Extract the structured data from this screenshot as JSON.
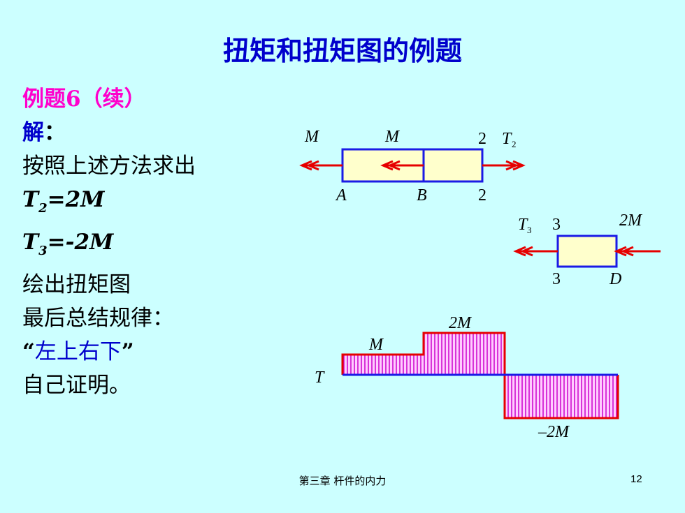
{
  "title": "扭矩和扭矩图的例题",
  "lines": {
    "example": "例题6（续）",
    "solution": "解",
    "colon": "：",
    "method": "按照上述方法求出",
    "t2_symbol": "T",
    "t2_sub": "2",
    "t2_value": "=2M",
    "t3_symbol": "T",
    "t3_sub": "3",
    "t3_value": "=-2M",
    "draw": "绘出扭矩图",
    "summary": "最后总结规律：",
    "quote_open": "“",
    "rule": "左上右下",
    "quote_close": "”",
    "prove": "自己证明。"
  },
  "diagram1": {
    "m_left": "M",
    "m_mid": "M",
    "sec2_top": "2",
    "t2": "T",
    "t2_sub": "2",
    "a": "A",
    "b": "B",
    "sec2_bottom": "2"
  },
  "diagram2": {
    "t3": "T",
    "t3_sub": "3",
    "sec3_top": "3",
    "m2": "2M",
    "sec3_bottom": "3",
    "d": "D"
  },
  "torque_diagram": {
    "m_label": "M",
    "two_m_label": "2M",
    "neg_two_m_label": "–2M",
    "t_axis": "T"
  },
  "colors": {
    "background": "#ccffff",
    "title": "#0000cc",
    "magenta": "#ff00cc",
    "box_fill": "#ffffcc",
    "box_stroke": "#1a1ae6",
    "arrow": "#e60000",
    "hatch": "#cc00cc",
    "hatch_fill": "#ffccff"
  },
  "footer": {
    "text": "第三章  杆件的内力",
    "page": "12"
  }
}
